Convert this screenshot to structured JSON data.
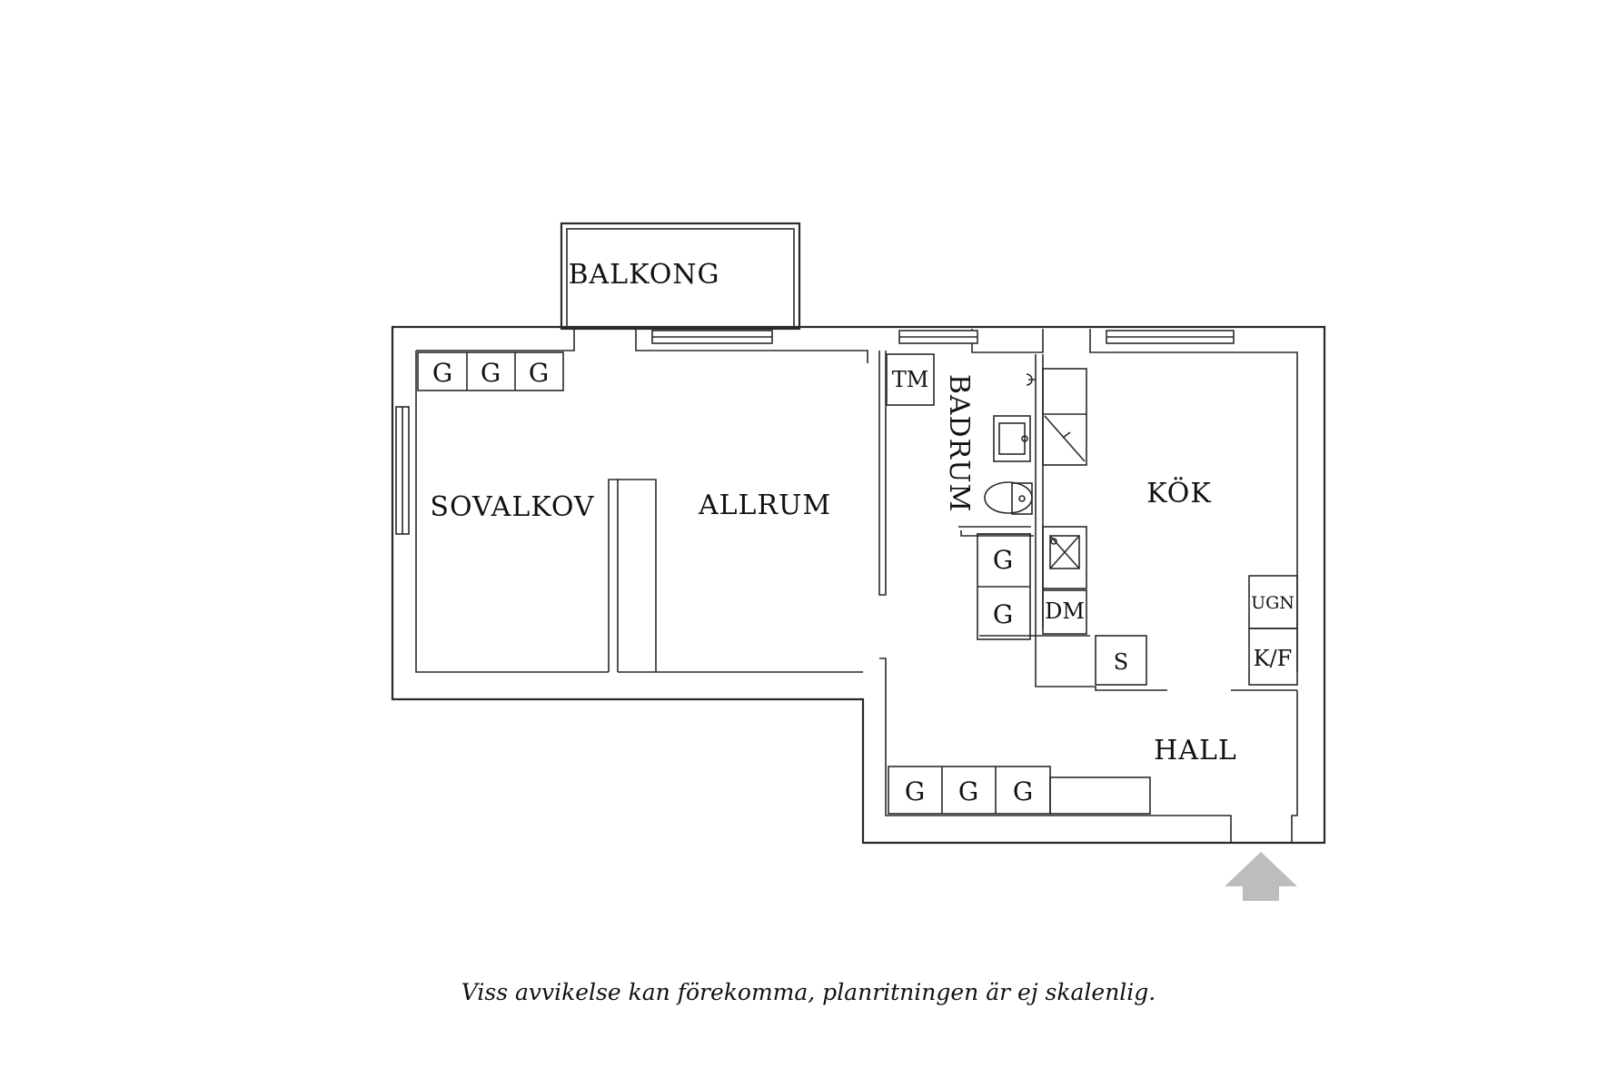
{
  "rooms": {
    "balkong": "BALKONG",
    "sovalkov": "SOVALKOV",
    "allrum": "ALLRUM",
    "badrum": "BADRUM",
    "kok": "KÖK",
    "hall": "HALL"
  },
  "fixtures": {
    "garderob": "G",
    "tm": "TM",
    "dm": "DM",
    "s": "S",
    "ugn": "UGN",
    "kf": "K/F"
  },
  "icons": {
    "entrance": "up-arrow-icon"
  },
  "colors": {
    "walls": "#2a2a2a",
    "entrance_arrow": "#bdbdbd"
  },
  "disclaimer": "Viss avvikelse kan förekomma, planritningen är ej skalenlig."
}
